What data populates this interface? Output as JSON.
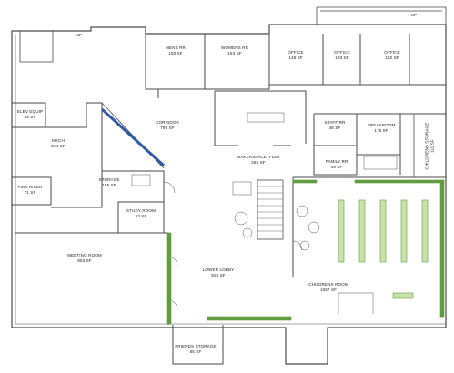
{
  "rooms": {
    "mens_rr": {
      "name": "MENS RR",
      "area": "150 SF"
    },
    "womens_rr": {
      "name": "WOMENS RR",
      "area": "153 SF"
    },
    "office_1": {
      "name": "OFFICE",
      "area": "148 SF"
    },
    "office_2": {
      "name": "OFFICE",
      "area": "133 SF"
    },
    "office_3": {
      "name": "OFFICE",
      "area": "132 SF"
    },
    "elev_equip": {
      "name": "ELEV EQUIP",
      "area": "45 SF"
    },
    "corridor": {
      "name": "CORRIDOR",
      "area": "793 SF"
    },
    "staff_rr": {
      "name": "STAFF RR",
      "area": "48 SF"
    },
    "breakroom": {
      "name": "BREAKROOM",
      "area": "175 SF"
    },
    "childrens_storage": {
      "name": "CHILDRENS STORAGE",
      "area": "111 SF"
    },
    "mech": {
      "name": "MECH",
      "area": "264 SF"
    },
    "makerspace": {
      "name": "MAKERSPACE/ FLEX",
      "area": "295 SF"
    },
    "family_rr": {
      "name": "FAMILY RR",
      "area": "49 SF"
    },
    "fire_riser": {
      "name": "FIRE RISER",
      "area": "71 SF"
    },
    "storage": {
      "name": "STORAGE",
      "area": "195 SF"
    },
    "study_room": {
      "name": "STUDY ROOM",
      "area": "53 SF"
    },
    "meeting_room": {
      "name": "MEETING ROOM",
      "area": "953 SF"
    },
    "lower_lobby": {
      "name": "LOWER LOBBY",
      "area": "926 SF"
    },
    "childrens_room": {
      "name": "CHILDRENS ROOM",
      "area": "1067 SF"
    },
    "friends_storage": {
      "name": "FRIENDS STORAGE",
      "area": "85 SF"
    }
  },
  "stair_labels": {
    "up_left": "UP",
    "up_right": "UP"
  },
  "colors": {
    "wall": "#4a4a4a",
    "shelving_green": "#5f9e3d",
    "shelving_light": "#c9e2a9",
    "glazing_blue": "#2e5aa8"
  }
}
